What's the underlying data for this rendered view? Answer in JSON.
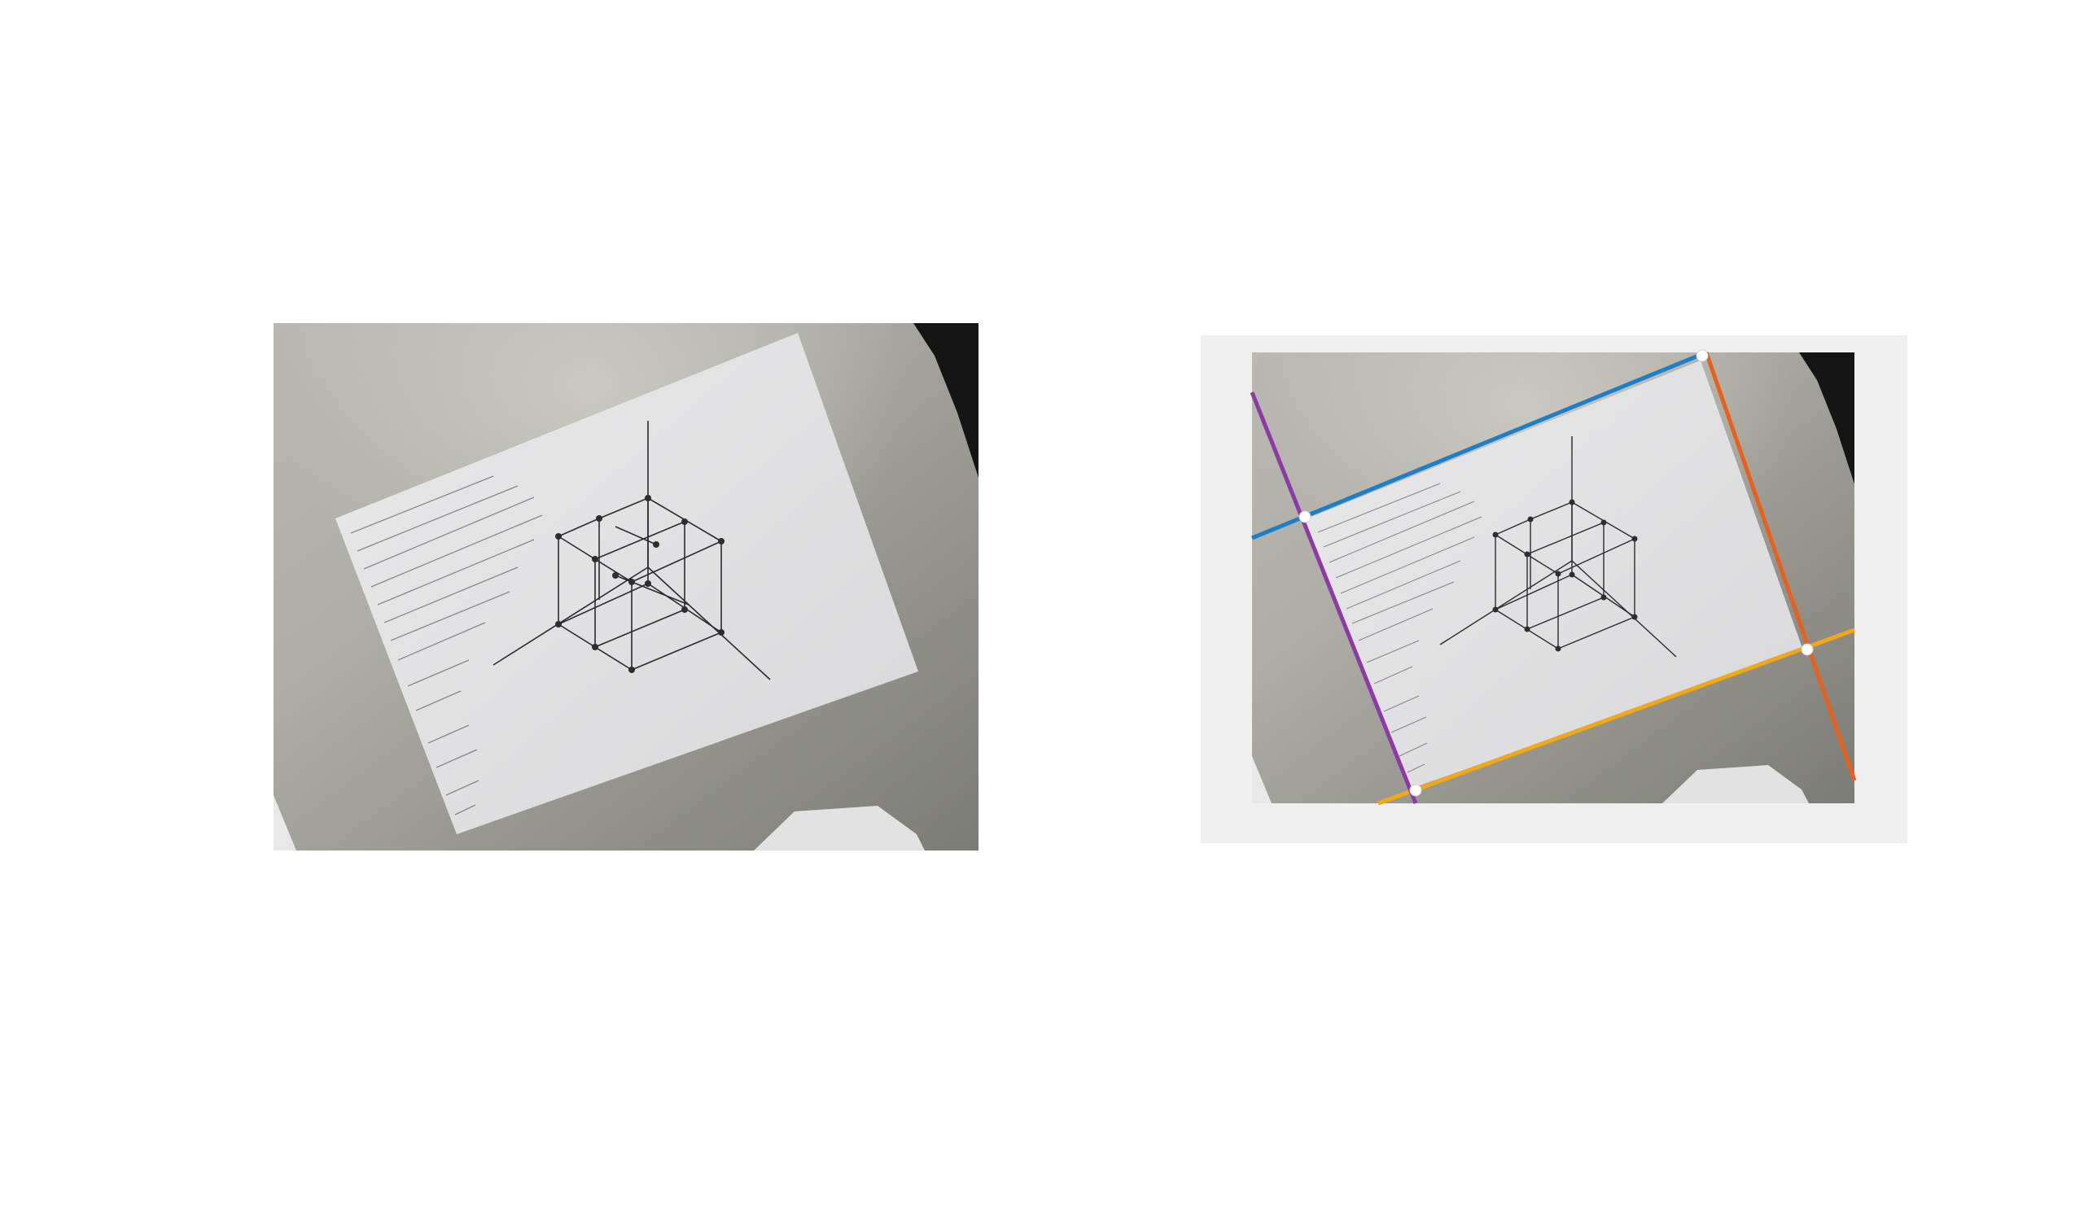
{
  "page": {
    "background": "#ffffff"
  },
  "left_panel": {
    "description_icon": "photo-of-paper-sheet"
  },
  "right_panel": {
    "frame_color": "#efefef",
    "edge_lines": [
      {
        "name": "top-edge",
        "color": "#1f7fc6"
      },
      {
        "name": "right-edge",
        "color": "#e8601c"
      },
      {
        "name": "bottom-edge",
        "color": "#f0a914"
      },
      {
        "name": "left-edge",
        "color": "#8e3aa6"
      }
    ],
    "corner_handle_color": "#ffffff"
  }
}
